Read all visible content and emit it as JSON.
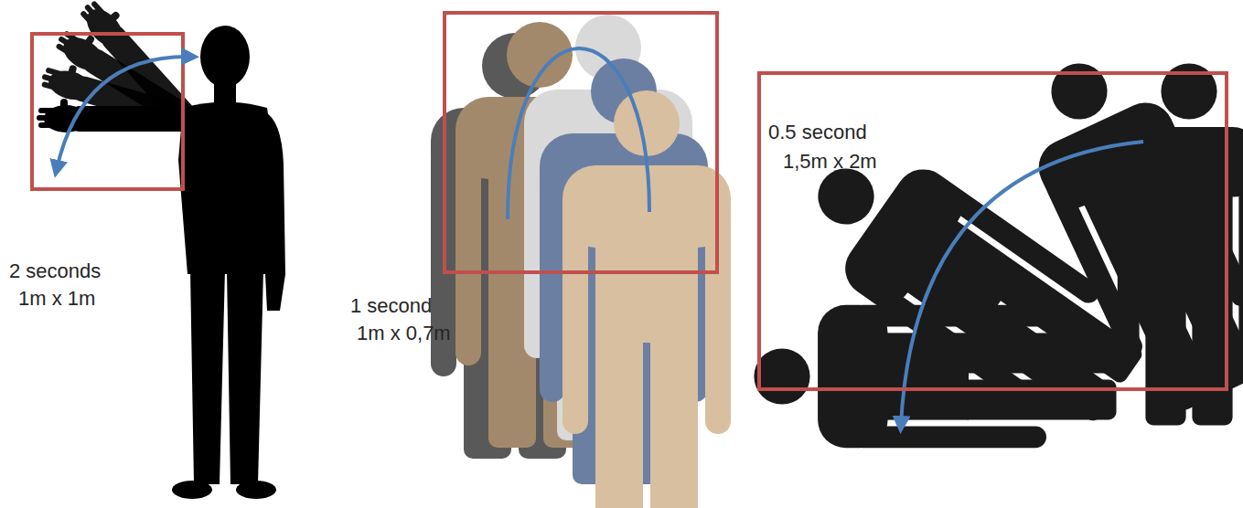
{
  "diagram": {
    "nodes": [
      {
        "text": [
          "0.5 second",
          "1,5m x 2m"
        ]
      }
    ],
    "labels": [
      "2 seconds",
      "1m x 1m",
      "1 second",
      "1m x 0,7m"
    ]
  }
}
